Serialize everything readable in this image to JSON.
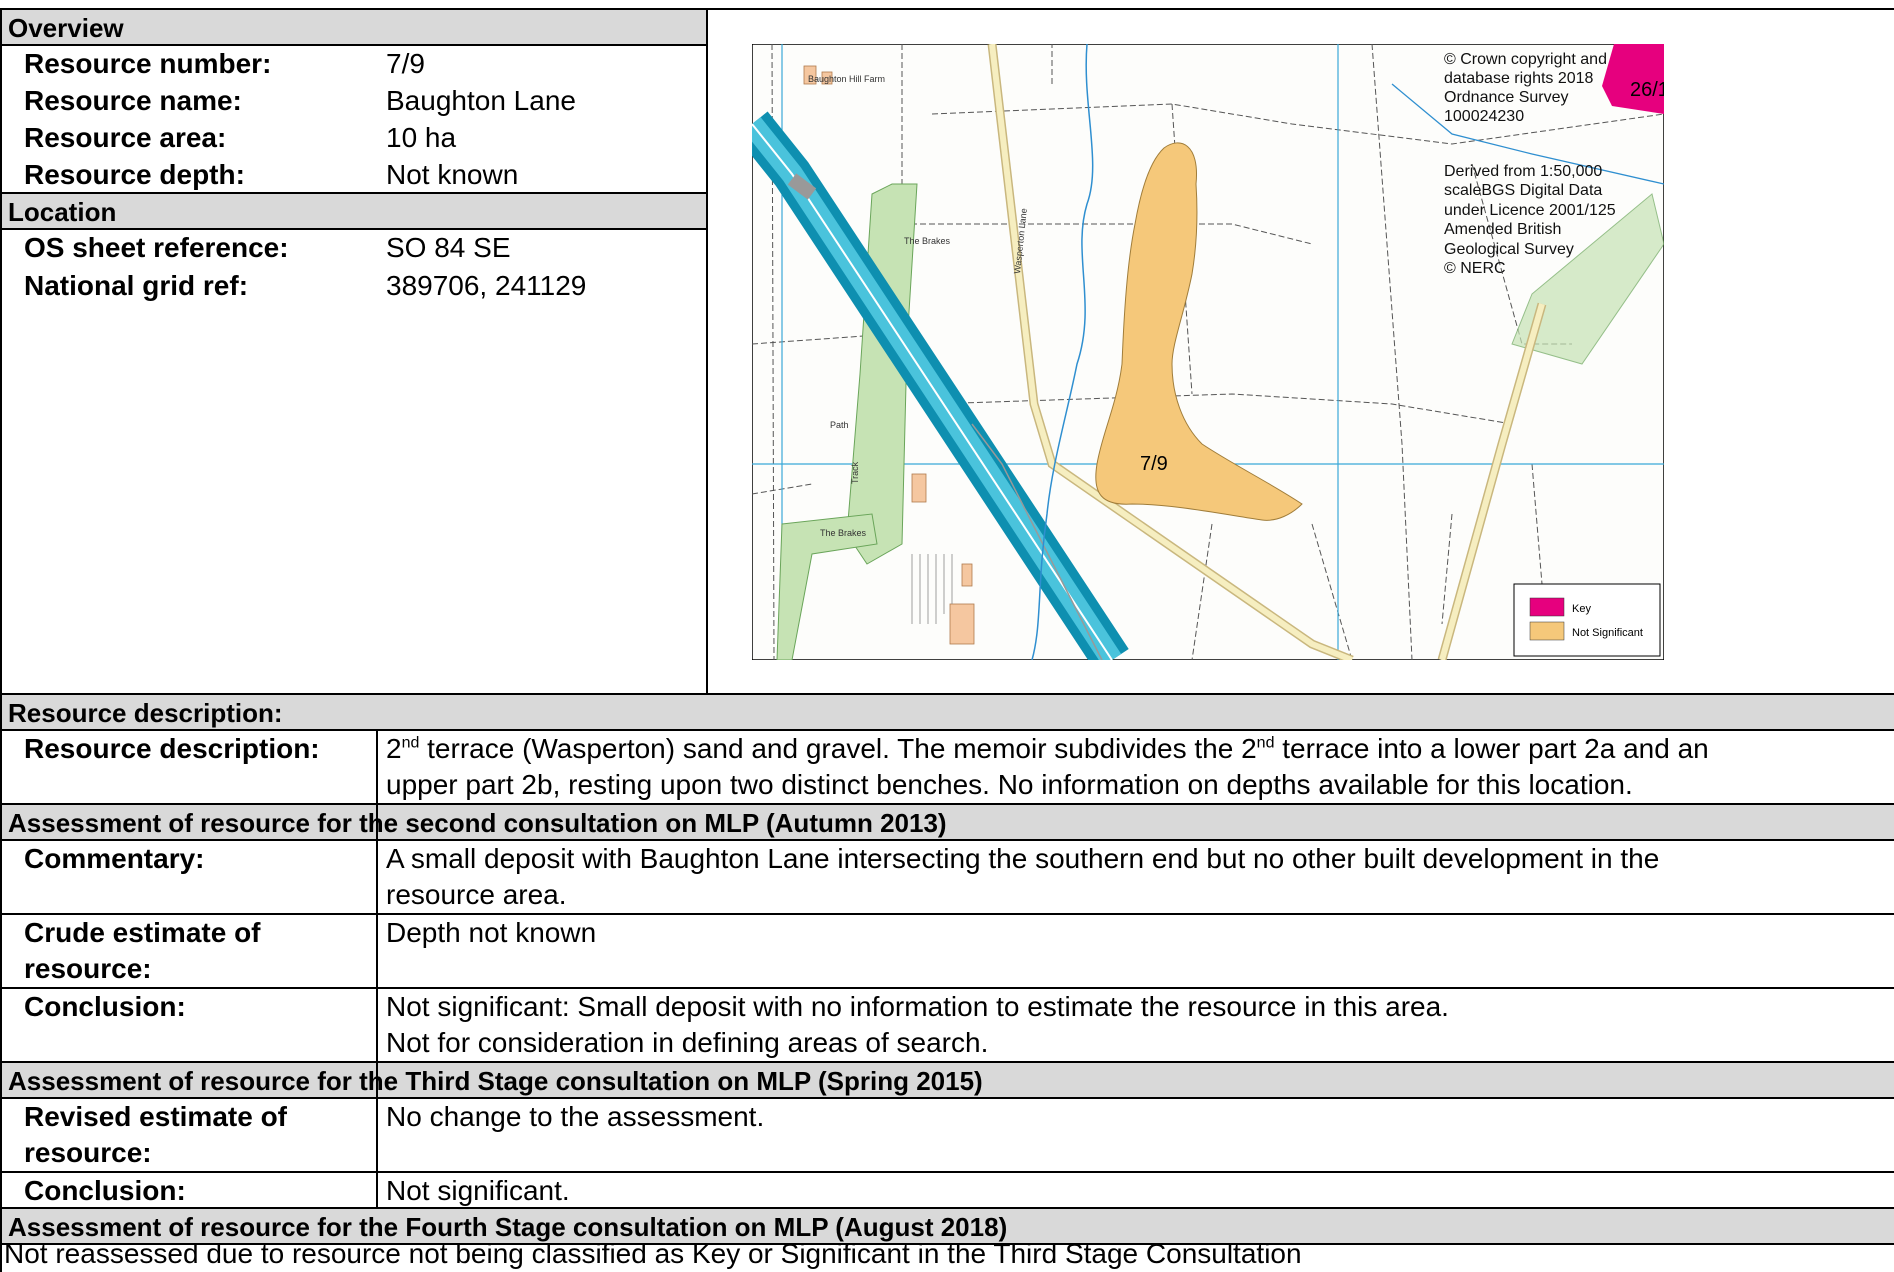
{
  "overview": {
    "header": "Overview",
    "rows": [
      {
        "label": "Resource number:",
        "value": "7/9"
      },
      {
        "label": "Resource name:",
        "value": "Baughton Lane"
      },
      {
        "label": "Resource area:",
        "value": "10 ha"
      },
      {
        "label": "Resource depth:",
        "value": "Not known"
      }
    ]
  },
  "location": {
    "header": "Location",
    "rows": [
      {
        "label": "OS sheet reference:",
        "value": "SO 84 SE"
      },
      {
        "label": "National grid ref:",
        "value": "389706, 241129"
      }
    ]
  },
  "map": {
    "resource_label": "7/9",
    "neighbour_label": "26/1",
    "copyright_lines": [
      "© Crown copyright and",
      "database rights 2018",
      "Ordnance Survey",
      "100024230"
    ],
    "derived_lines": [
      "Derived from 1:50,000",
      "scaleBGS Digital Data",
      "under Licence 2001/125",
      "Amended British",
      "Geological Survey",
      "© NERC"
    ],
    "place_names": [
      "Baughton Hill Farm",
      "The Brakes",
      "The Brakes",
      "Path",
      "Track",
      "Wasperton Lane"
    ],
    "legend": [
      {
        "label": "Key",
        "color": "#e6007e"
      },
      {
        "label": "Not Significant",
        "color": "#f5c87a"
      }
    ]
  },
  "resource_description": {
    "header": "Resource description:",
    "label": "Resource description:",
    "line1_a": "2",
    "line1_sup1": "nd",
    "line1_b": " terrace (Wasperton) sand and gravel. The memoir subdivides the 2",
    "line1_sup2": "nd",
    "line1_c": " terrace into a lower part 2a and an",
    "line2": "upper part 2b, resting upon two distinct benches. No information on depths available for this location."
  },
  "second_consultation": {
    "header": "Assessment of resource for the second consultation on MLP (Autumn 2013)",
    "commentary_label": "Commentary:",
    "commentary_lines": [
      "A small deposit with Baughton Lane intersecting the southern end but no other built development in the",
      "resource area."
    ],
    "estimate_label_lines": [
      "Crude estimate of",
      "resource:"
    ],
    "estimate_value": "Depth not known",
    "conclusion_label": "Conclusion:",
    "conclusion_lines": [
      "Not significant: Small deposit with no information to estimate the resource in this area.",
      "Not for consideration in defining areas of search."
    ]
  },
  "third_consultation": {
    "header": "Assessment of resource for the Third Stage consultation on MLP (Spring 2015)",
    "estimate_label_lines": [
      "Revised estimate of",
      "resource:"
    ],
    "estimate_value": "No change to the assessment.",
    "conclusion_label": "Conclusion:",
    "conclusion_value": "Not significant."
  },
  "fourth_consultation": {
    "header": "Assessment of resource for the Fourth Stage consultation on MLP (August 2018)",
    "text": "Not reassessed due to resource not being classified as Key or Significant in the Third Stage Consultation"
  }
}
